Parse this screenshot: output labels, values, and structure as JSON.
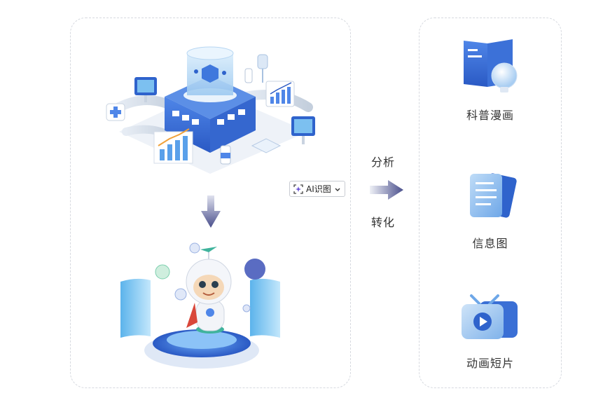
{
  "middle": {
    "analyze_label": "分析",
    "convert_label": "转化",
    "ai_button_label": "AI识图"
  },
  "outputs": [
    {
      "label": "科普漫画",
      "icon": "book-icon"
    },
    {
      "label": "信息图",
      "icon": "document-icon"
    },
    {
      "label": "动画短片",
      "icon": "video-play-icon"
    }
  ],
  "colors": {
    "primary_blue": "#3b6fd6",
    "light_blue": "#8fc0f0",
    "arrow_dark": "#4a4f8c",
    "border_dashed": "#d6d9df"
  }
}
